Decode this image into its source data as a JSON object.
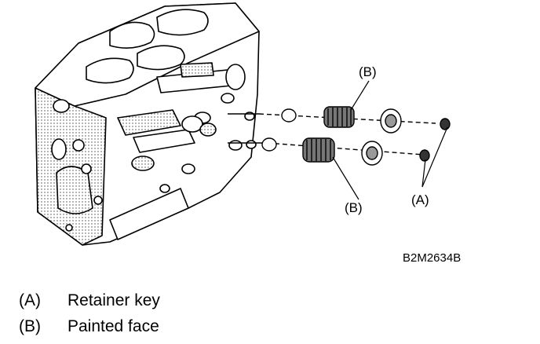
{
  "figure": {
    "code": "B2M2634B",
    "callouts": [
      {
        "id": "B",
        "text": "(B)"
      },
      {
        "id": "B",
        "text": "(B)"
      },
      {
        "id": "A",
        "text": "(A)"
      }
    ]
  },
  "legend": [
    {
      "key": "(A)",
      "text": "Retainer key"
    },
    {
      "key": "(B)",
      "text": "Painted face"
    }
  ]
}
